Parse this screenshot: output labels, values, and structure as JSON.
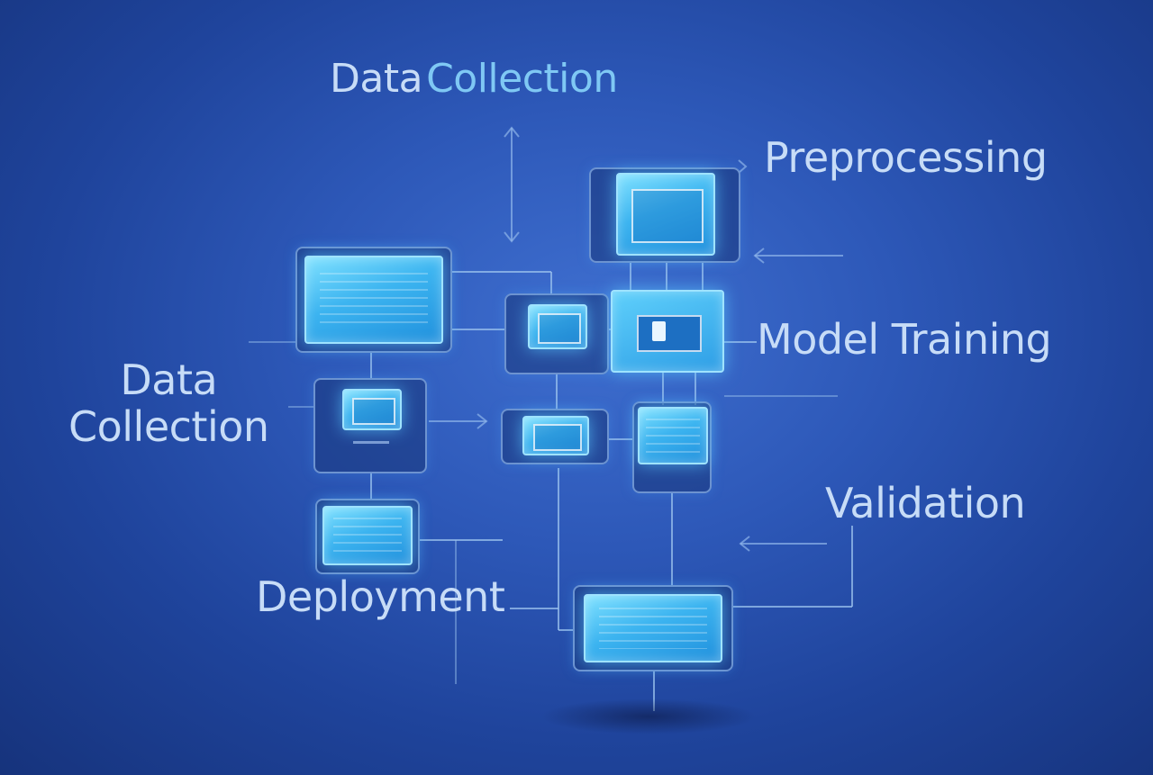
{
  "labels": {
    "top_word1": "Data",
    "top_word2": "Collection",
    "preprocessing": "Preprocessing",
    "model_training": "Model Training",
    "left_line1": "Data",
    "left_line2": "Collection",
    "validation": "Validation",
    "deployment": "Deployment"
  },
  "colors": {
    "background": "#2d58b8",
    "screen_glow": "#3cb4f0",
    "label_text": "#c7dcf7",
    "label_accent": "#7fc8f4"
  }
}
